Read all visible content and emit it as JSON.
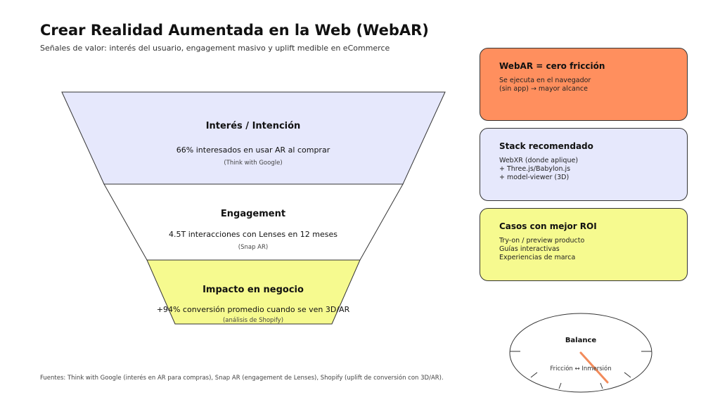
{
  "header": {
    "title": "Crear Realidad Aumentada en la Web (WebAR)",
    "subtitle": "Señales de valor: interés del usuario, engagement masivo y uplift medible en eCommerce"
  },
  "funnel": [
    {
      "title": "Interés / Intención",
      "text": "66% interesados en usar AR al comprar",
      "source": "(Think with Google)",
      "color": "#e6e8fc"
    },
    {
      "title": "Engagement",
      "text": "4.5T interacciones con Lenses en 12 meses",
      "source": "(Snap AR)",
      "color": "#ffffff"
    },
    {
      "title": "Impacto en negocio",
      "text": "+94% conversión promedio cuando se ven 3D/AR",
      "source": "(análisis de Shopify)",
      "color": "#f6fa8f"
    }
  ],
  "cards": [
    {
      "title": "WebAR = cero fricción",
      "lines": [
        "Se ejecuta en el navegador",
        "(sin app) → mayor alcance"
      ],
      "color": "#ff8f5e"
    },
    {
      "title": "Stack recomendado",
      "lines": [
        "WebXR (donde aplique)",
        "+ Three.js/Babylon.js",
        "+ model-viewer (3D)"
      ],
      "color": "#e6e8fc"
    },
    {
      "title": "Casos con mejor ROI",
      "lines": [
        "Try-on / preview producto",
        "Guías interactivas",
        "Experiencias de marca"
      ],
      "color": "#f6fa8f"
    }
  ],
  "gauge": {
    "title": "Balance",
    "label": "Fricción ↔ Inmersión",
    "needle_color": "#f28b5b"
  },
  "footer": {
    "sources": "Fuentes: Think with Google (interés en AR para compras), Snap AR (engagement de Lenses), Shopify (uplift de conversión con 3D/AR)."
  }
}
